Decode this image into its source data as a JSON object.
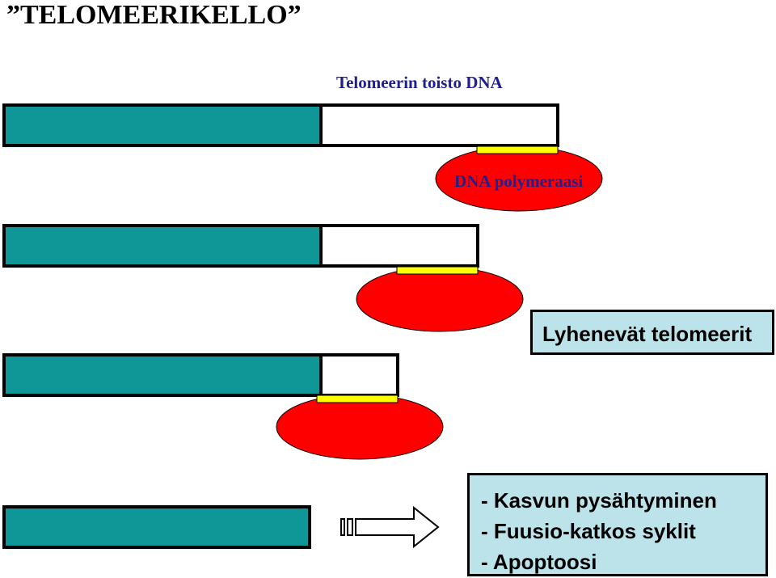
{
  "title": "”TELOMEERIKELLO”",
  "labels": {
    "repeat_dna": "Telomeerin toisto DNA",
    "polymerase": "DNA polymeraasi",
    "shortening": "Lyhenevät telomeerit"
  },
  "outcomes": [
    "- Kasvun pysähtyminen",
    "- Fuusio-katkos syklit",
    "- Apoptoosi"
  ],
  "colors": {
    "chromosome": "#0f9696",
    "telomere": "#ffffff",
    "polymerase": "#ff0000",
    "primer": "#ffff00",
    "box_fill": "#bde3ea",
    "label_text": "#1f1f8f"
  }
}
